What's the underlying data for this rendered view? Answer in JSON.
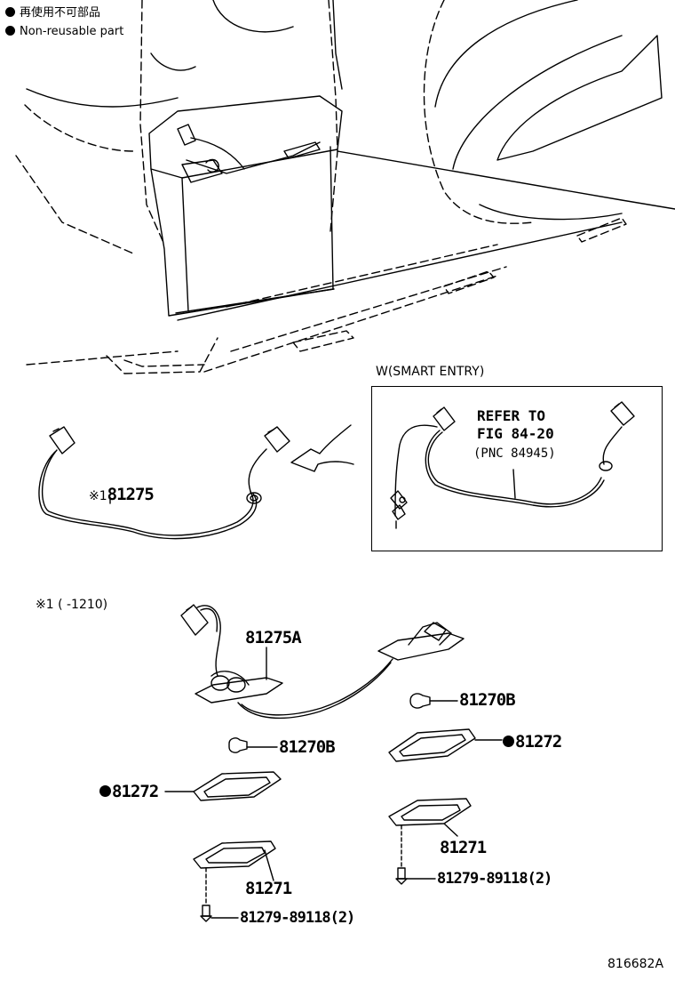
{
  "legend": {
    "item_1": "再使用不可部品",
    "item_2": "Non-reusable part"
  },
  "inset": {
    "header": "W(SMART ENTRY)",
    "refer_line_1": "REFER TO",
    "refer_line_2": "FIG 84-20",
    "refer_line_3": "(PNC 84945)"
  },
  "note": {
    "marker_label": "※1",
    "part": "81275",
    "range_text": "※1 (      -1210)"
  },
  "parts": {
    "wire_a": "81275A",
    "bulb_right": "81270B",
    "bulb_left": "81270B",
    "lens_right": "81272",
    "lens_left": "81272",
    "housing_right": "81271",
    "housing_left": "81271",
    "screw_right": "81279-89118(2)",
    "screw_left": "81279-89118(2)"
  },
  "footer": {
    "figure_id": "816682A"
  }
}
